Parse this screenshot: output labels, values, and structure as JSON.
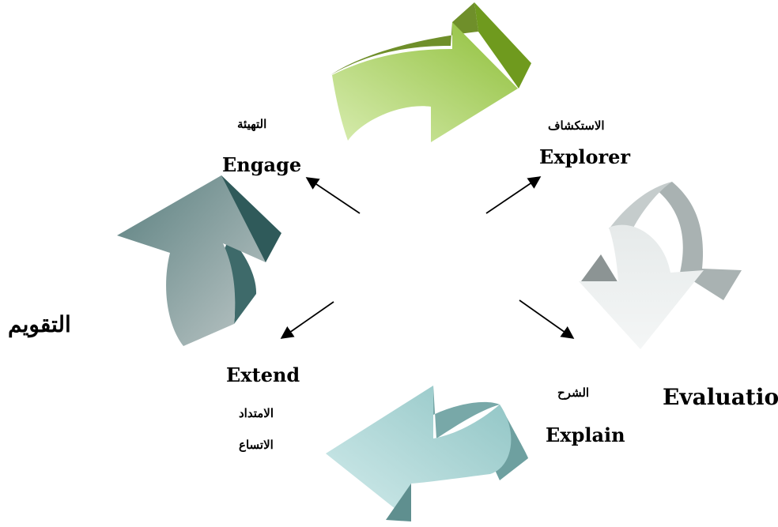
{
  "labels": {
    "engage_ar": "التهيئة",
    "engage_en": "Engage",
    "explore_ar": "الاستكشاف",
    "explore_en": "Explorer",
    "explain_ar": "الشرح",
    "explain_en": "Explain",
    "extend_en": "Extend",
    "extend_ar_1": "الامتداد",
    "extend_ar_2": "الاتساع",
    "evaluate_ar": "التقويم",
    "evaluate_en": "Evaluatio"
  },
  "colors": {
    "top_arrow": "#a6cf5a",
    "right_arrow": "#d7dcdc",
    "bottom_arrow": "#9fd0d0",
    "left_arrow": "#5c8787",
    "pointer": "#000000"
  }
}
